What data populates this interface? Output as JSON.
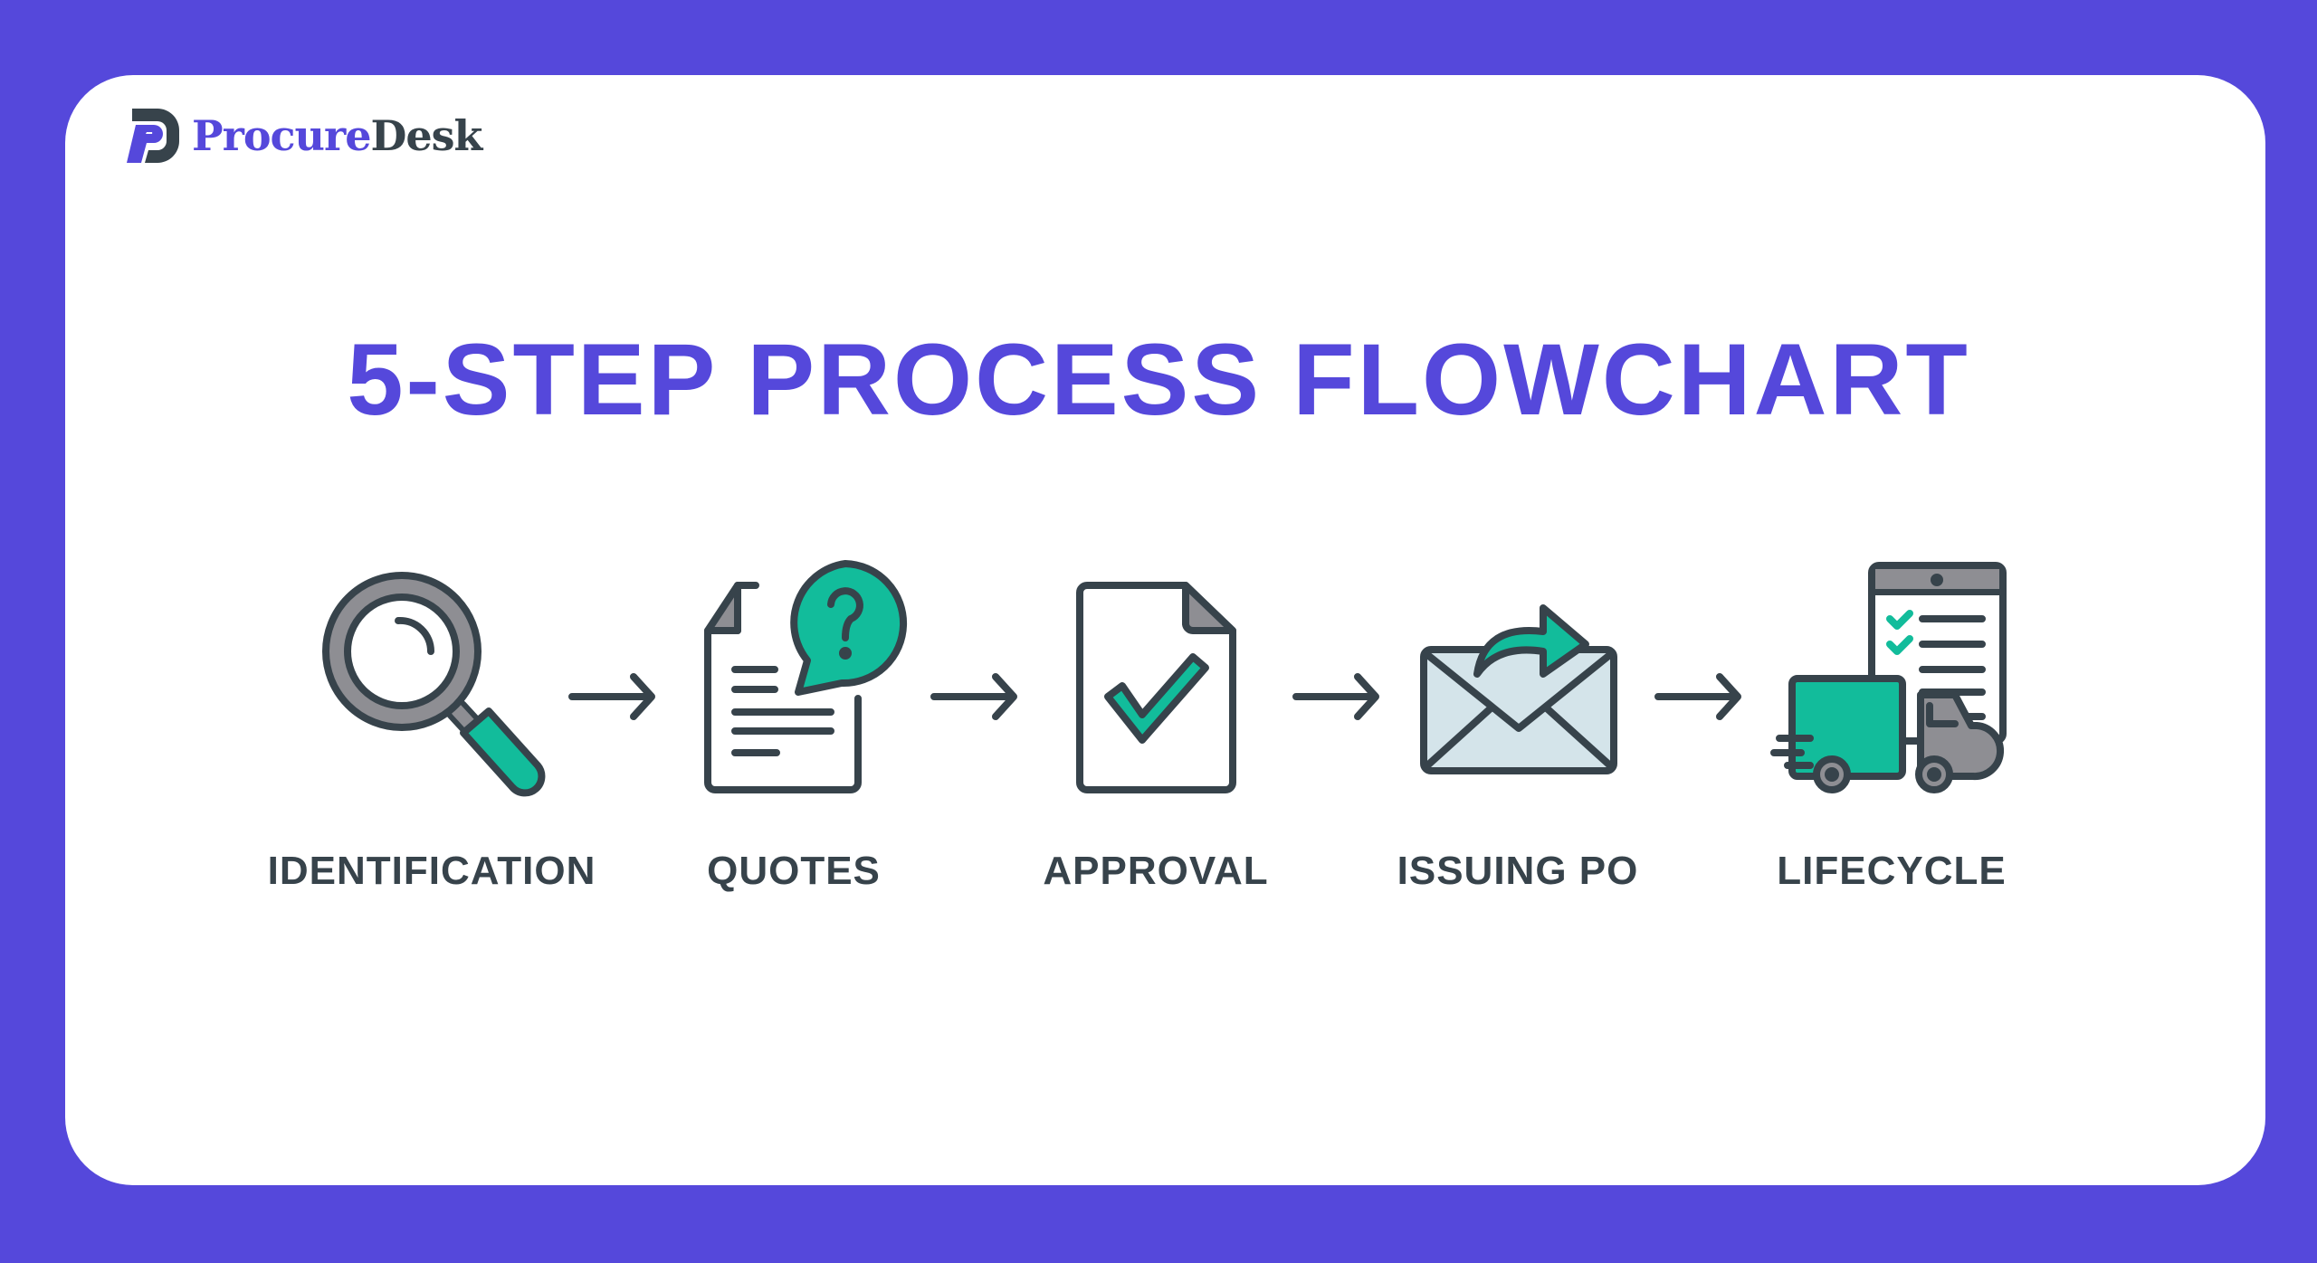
{
  "brand": {
    "name_part1": "Procure",
    "name_part2": "Desk"
  },
  "title": "5-STEP PROCESS FLOWCHART",
  "steps": [
    {
      "label": "IDENTIFICATION",
      "icon": "magnifier-icon"
    },
    {
      "label": "QUOTES",
      "icon": "document-question-icon"
    },
    {
      "label": "APPROVAL",
      "icon": "document-check-icon"
    },
    {
      "label": "ISSUING PO",
      "icon": "envelope-send-icon"
    },
    {
      "label": "LIFECYCLE",
      "icon": "truck-checklist-icon"
    }
  ],
  "colors": {
    "brand": "#5548DB",
    "dark": "#37434B",
    "accent": "#12BC9B",
    "gray": "#8E8E93",
    "envelope": "#D4E4EA"
  }
}
